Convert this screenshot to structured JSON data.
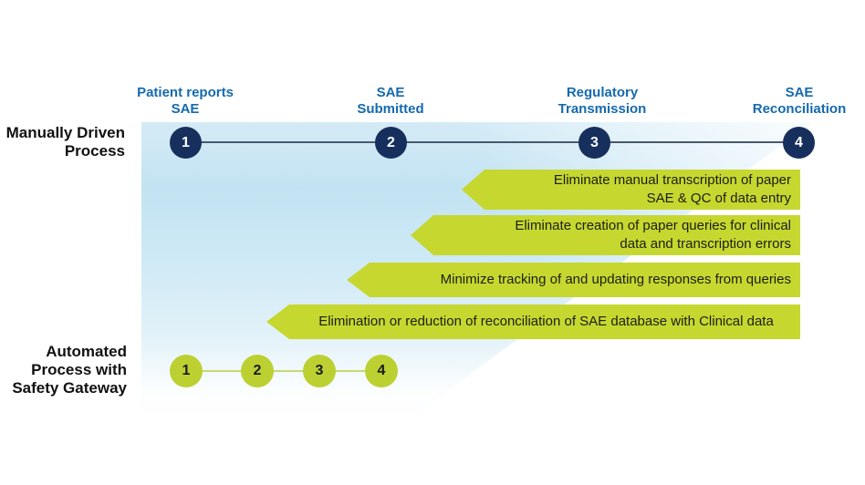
{
  "colors": {
    "milestone_navy": "#172f5c",
    "milestone_label_blue": "#166aad",
    "banner_green": "#c6d830",
    "automated_circle_green": "#bcd032",
    "background_blue": "#c3e3f2",
    "row_label_black": "#111111"
  },
  "manual_process": {
    "label_lines": [
      "Manually Driven",
      "Process"
    ],
    "milestones": [
      {
        "num": "1",
        "label_lines": [
          "Patient reports",
          "SAE"
        ]
      },
      {
        "num": "2",
        "label_lines": [
          "SAE",
          "Submitted"
        ]
      },
      {
        "num": "3",
        "label_lines": [
          "Regulatory",
          "Transmission"
        ]
      },
      {
        "num": "4",
        "label_lines": [
          "SAE",
          "Reconciliation"
        ]
      }
    ]
  },
  "benefits": [
    {
      "lines": [
        "Eliminate manual transcription of paper",
        "SAE & QC of data entry"
      ]
    },
    {
      "lines": [
        "Eliminate creation of paper queries for clinical",
        "data and transcription errors"
      ]
    },
    {
      "lines": [
        "Minimize tracking of and updating responses from queries"
      ]
    },
    {
      "lines": [
        "Elimination or reduction of reconciliation of SAE database with Clinical data"
      ]
    }
  ],
  "automated_process": {
    "label_lines": [
      "Automated",
      "Process with",
      "Safety Gateway"
    ],
    "milestones": [
      {
        "num": "1"
      },
      {
        "num": "2"
      },
      {
        "num": "3"
      },
      {
        "num": "4"
      }
    ]
  }
}
